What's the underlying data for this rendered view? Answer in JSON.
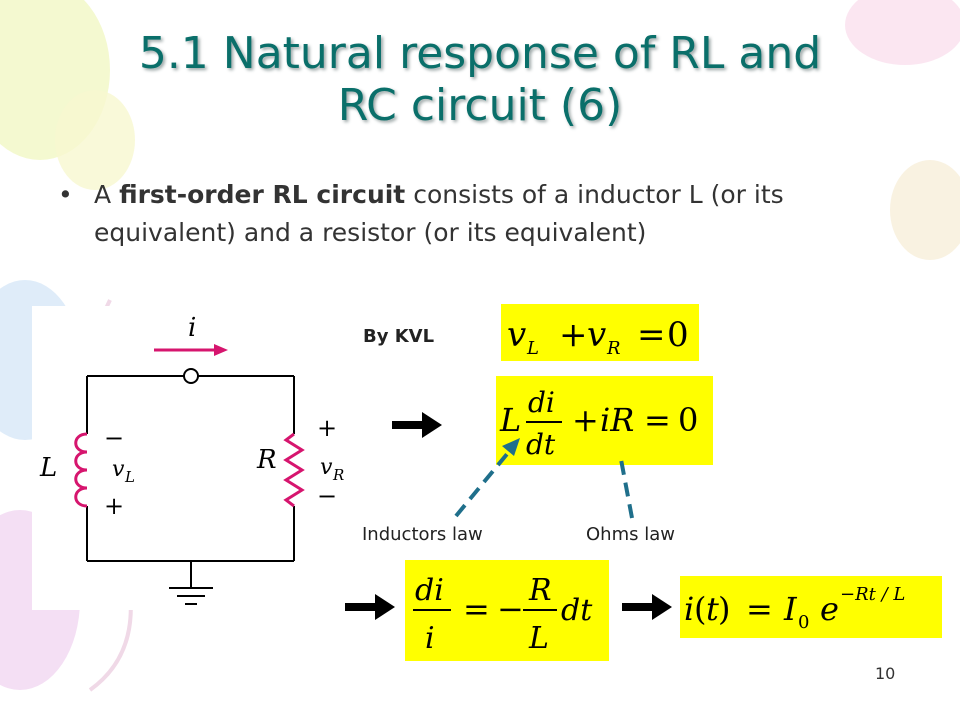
{
  "slide": {
    "title_line1": "5.1 Natural response of RL and",
    "title_line2": "RC circuit (6)",
    "bullet_prefix": "A ",
    "bullet_bold": "first-order RL circuit",
    "bullet_rest": " consists of a inductor L (or its equivalent) and a resistor (or its equivalent)",
    "kvl_label": "By KVL",
    "inductors_law": "Inductors law",
    "ohms_law": "Ohms law",
    "page_number": "10"
  },
  "circuit": {
    "current_label": "i",
    "inductor_label": "L",
    "inductor_voltage": "v",
    "inductor_sub": "L",
    "resistor_label": "R",
    "resistor_voltage": "v",
    "resistor_sub": "R",
    "minus": "−",
    "plus": "+"
  },
  "colors": {
    "title": "#0a6f6a",
    "highlight": "#ffff00",
    "arrow_teal": "#1f6f8b",
    "current_arrow": "#d6156e",
    "inductor_coil": "#d6156e"
  }
}
